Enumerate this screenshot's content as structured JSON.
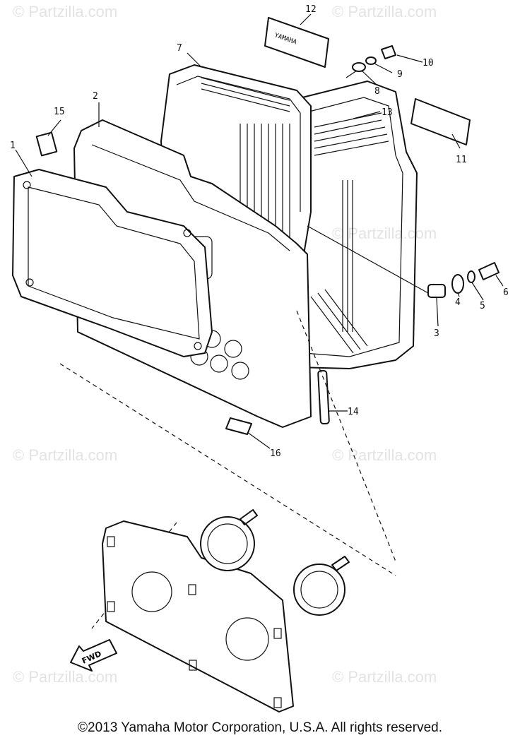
{
  "watermark": "© Partzilla.com",
  "copyright": "©2013 Yamaha Motor Corporation, U.S.A. All rights reserved.",
  "callouts": [
    "1",
    "2",
    "3",
    "4",
    "5",
    "6",
    "7",
    "8",
    "9",
    "10",
    "11",
    "12",
    "13",
    "14",
    "15",
    "16"
  ],
  "fwd_label": "FWD"
}
